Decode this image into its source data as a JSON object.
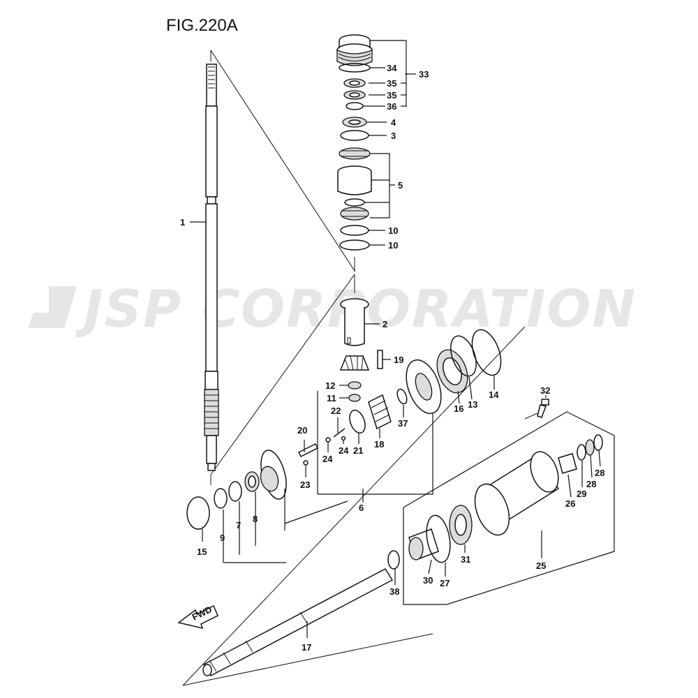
{
  "figure": {
    "title": "FIG.220A"
  },
  "watermark": {
    "text": "JSP CORPORATION"
  },
  "fwd_arrow": {
    "label": "FWD"
  },
  "callouts": {
    "p1": "1",
    "p2": "2",
    "p3": "3",
    "p4": "4",
    "p5": "5",
    "p6": "6",
    "p7": "7",
    "p8": "8",
    "p9": "9",
    "p10a": "10",
    "p10b": "10",
    "p11": "11",
    "p12": "12",
    "p13": "13",
    "p14": "14",
    "p15": "15",
    "p16": "16",
    "p17": "17",
    "p18": "18",
    "p19": "19",
    "p20": "20",
    "p21": "21",
    "p22": "22",
    "p23": "23",
    "p24a": "24",
    "p24b": "24",
    "p25": "25",
    "p26": "26",
    "p27": "27",
    "p28a": "28",
    "p28b": "28",
    "p29": "29",
    "p30": "30",
    "p31": "31",
    "p32": "32",
    "p33": "33",
    "p34": "34",
    "p35a": "35",
    "p35b": "35",
    "p36": "36",
    "p37": "37",
    "p38": "38"
  }
}
